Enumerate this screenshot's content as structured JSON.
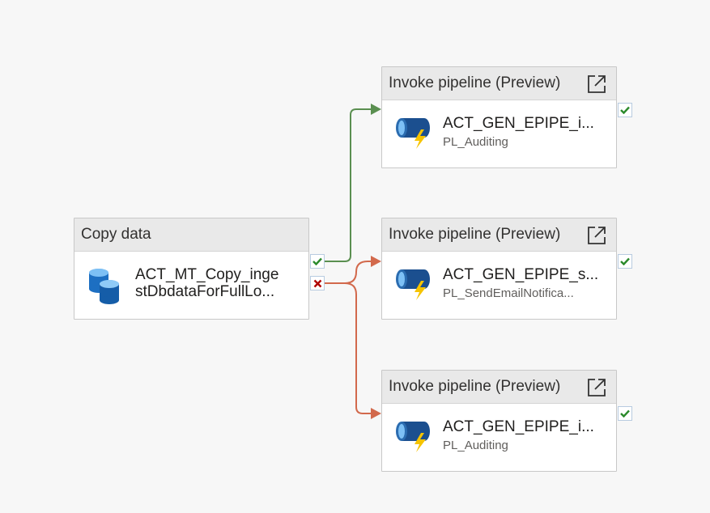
{
  "copy_activity": {
    "header": "Copy data",
    "name_line1": "ACT_MT_Copy_inge",
    "name_line2": "stDbdataForFullLo...",
    "icon": "database-copy-icon"
  },
  "invoke_activities": [
    {
      "header": "Invoke pipeline (Preview)",
      "name": "ACT_GEN_EPIPE_i...",
      "pipeline": "PL_Auditing"
    },
    {
      "header": "Invoke pipeline (Preview)",
      "name": "ACT_GEN_EPIPE_s...",
      "pipeline": "PL_SendEmailNotifica..."
    },
    {
      "header": "Invoke pipeline (Preview)",
      "name": "ACT_GEN_EPIPE_i...",
      "pipeline": "PL_Auditing"
    }
  ],
  "colors": {
    "success_connector": "#5a8f50",
    "failure_connector": "#d2694c",
    "success_check": "#2b8a2b",
    "failure_x": "#b00000",
    "pipeline_icon": "#1b4f8f",
    "bolt": "#f6c400"
  }
}
